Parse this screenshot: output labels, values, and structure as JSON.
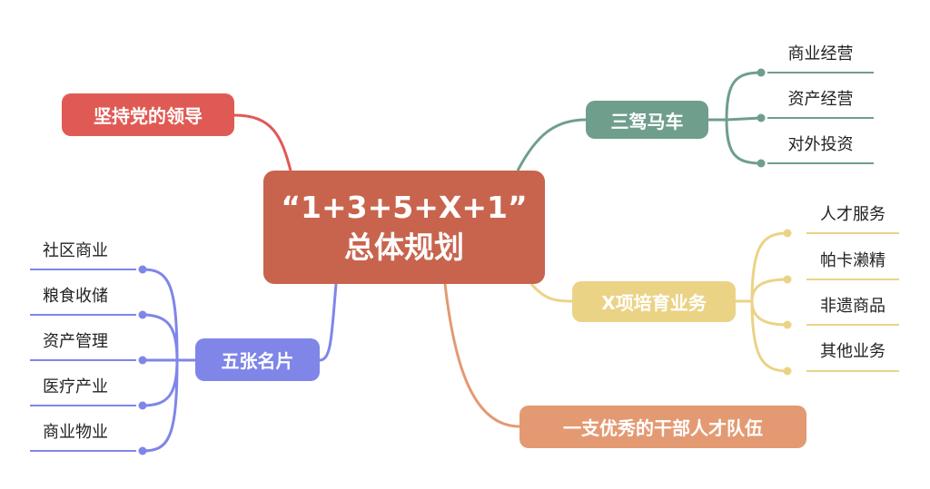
{
  "center": {
    "line1": "“1+3+5+X+1”",
    "line2": "总体规划",
    "color": "#c8644d"
  },
  "branches": {
    "leadership": {
      "label": "坚持党的领导",
      "color": "#e05a55",
      "children": []
    },
    "carriage": {
      "label": "三驾马车",
      "color": "#6f9e8c",
      "children": [
        "商业经营",
        "资产经营",
        "对外投资"
      ]
    },
    "x_business": {
      "label": "X项培育业务",
      "color": "#ebd386",
      "children": [
        "人才服务",
        "帕卡濑精",
        "非遗商品",
        "其他业务"
      ]
    },
    "talent": {
      "label": "一支优秀的干部人才队伍",
      "color": "#e39a72",
      "children": []
    },
    "cards": {
      "label": "五张名片",
      "color": "#7f86e8",
      "children": [
        "社区商业",
        "粮食收储",
        "资产管理",
        "医疗产业",
        "商业物业"
      ]
    }
  }
}
